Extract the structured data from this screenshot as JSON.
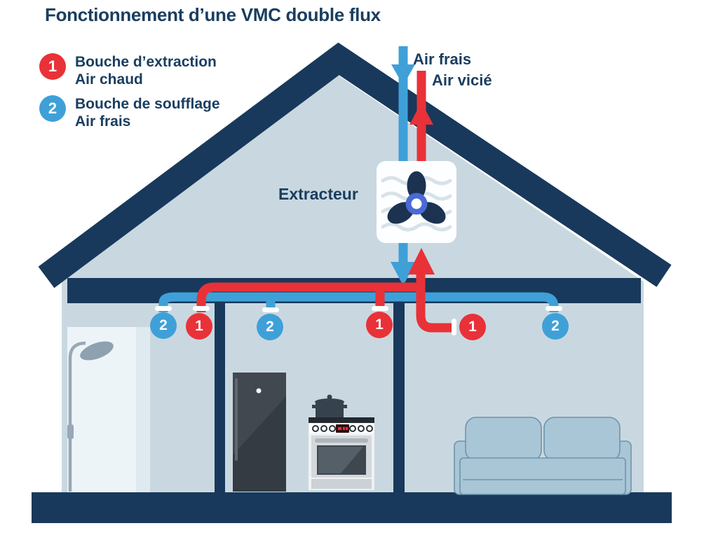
{
  "title": "Fonctionnement d’une VMC double flux",
  "legend": {
    "items": [
      {
        "num": "1",
        "line1": "Bouche d’extraction",
        "line2": "Air chaud",
        "color": "#E93138"
      },
      {
        "num": "2",
        "line1": "Bouche de soufflage",
        "line2": "Air frais",
        "color": "#3FA0D8"
      }
    ]
  },
  "diagram": {
    "air_fresh_label": "Air frais",
    "air_stale_label": "Air vicié",
    "extractor_label": "Extracteur",
    "vents": [
      {
        "label": "2",
        "kind": "bouche-de-soufflage-air-frais"
      },
      {
        "label": "1",
        "kind": "bouche-d-extraction-air-chaud"
      },
      {
        "label": "2",
        "kind": "bouche-de-soufflage-air-frais"
      },
      {
        "label": "1",
        "kind": "bouche-d-extraction-air-chaud"
      },
      {
        "label": "1",
        "kind": "bouche-d-extraction-air-chaud"
      },
      {
        "label": "2",
        "kind": "bouche-de-soufflage-air-frais"
      }
    ]
  },
  "colors": {
    "navy": "#18395B",
    "text_navy": "#1A3E60",
    "wall": "#C9D8E0",
    "fresh_air_blue": "#3FA0D8",
    "stale_air_red": "#E93138",
    "fan_ring_blue": "#4A6AD4",
    "background": "#FFFFFF"
  }
}
